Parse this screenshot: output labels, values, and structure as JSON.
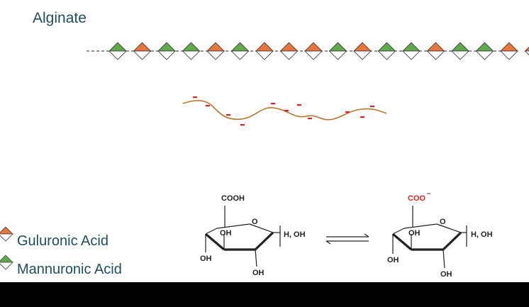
{
  "title": "Alginate",
  "chain": {
    "units": [
      "M",
      "G",
      "M",
      "M",
      "G",
      "M",
      "G",
      "G",
      "G",
      "M",
      "G",
      "M",
      "M",
      "G",
      "M",
      "M",
      "G",
      "G"
    ]
  },
  "legend": {
    "items": [
      {
        "label": "Guluronic Acid",
        "color": "#e8743b"
      },
      {
        "label": "Mannuronic Acid",
        "color": "#5fa94a"
      }
    ]
  },
  "colors": {
    "guluronic": "#e8743b",
    "mannuronic": "#5fa94a",
    "strand": "#b5742c",
    "charge": "#e02020"
  },
  "charges": {
    "symbol": "-"
  },
  "structure_left": {
    "group": "COOH",
    "ring_o": "O",
    "oh1": "OH",
    "oh2": "OH",
    "oh3": "OH",
    "end": "H, OH"
  },
  "structure_right": {
    "group": "COO",
    "charge": "−",
    "ring_o": "O",
    "oh1": "OH",
    "oh2": "OH",
    "oh3": "OH",
    "end": "H, OH"
  }
}
